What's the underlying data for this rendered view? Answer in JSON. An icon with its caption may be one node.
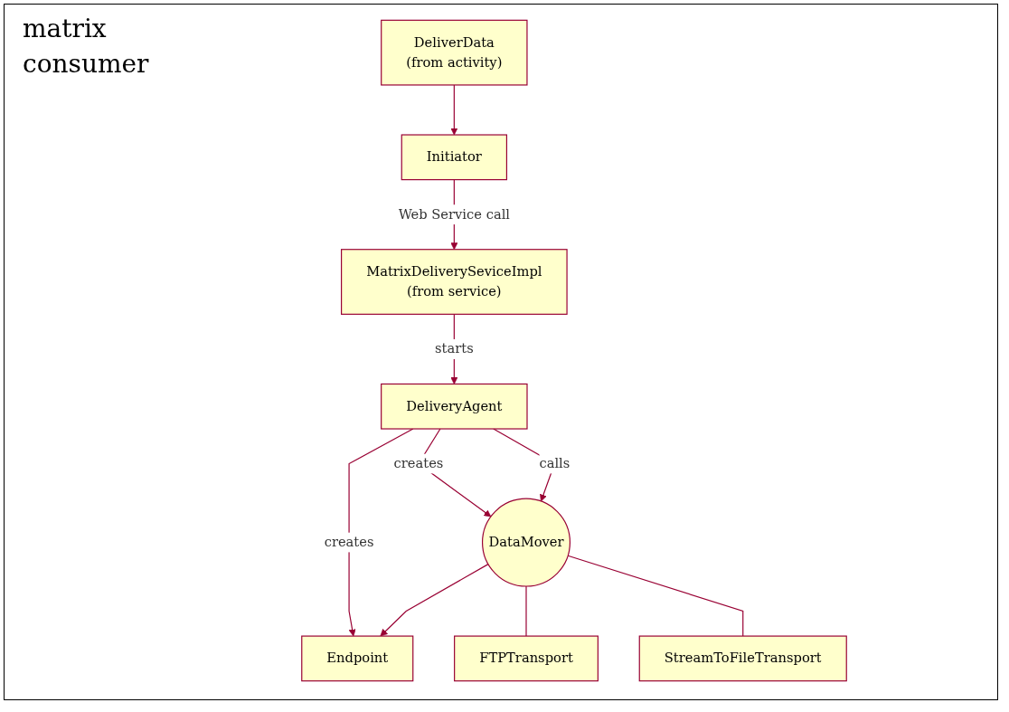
{
  "diagram": {
    "nodes": [
      {
        "text": [
          "DeliverData",
          "(from activity)"
        ]
      },
      {
        "text": [
          "Initiator"
        ]
      },
      {
        "text": [
          "MatrixDeliverySeviceImpl",
          "(from service)"
        ]
      },
      {
        "text": [
          "DeliveryAgent"
        ]
      },
      {
        "text": [
          "DataMover"
        ]
      },
      {
        "text": [
          "Endpoint"
        ]
      },
      {
        "text": [
          "FTPTransport"
        ]
      },
      {
        "text": [
          "StreamToFileTransport"
        ]
      }
    ],
    "edges": [
      {
        "from": 0,
        "to": 1,
        "arrow": "to"
      },
      {
        "from": 1,
        "to": 2,
        "arrow": "to",
        "label": "Web Service call"
      },
      {
        "from": 2,
        "to": 3,
        "arrow": "to",
        "label": "starts"
      },
      {
        "from": 3,
        "to": 4,
        "arrow": "to",
        "label": "creates"
      },
      {
        "from": 3,
        "to": 4,
        "arrow": "to",
        "label": "calls"
      },
      {
        "from": 3,
        "to": 5,
        "arrow": "to",
        "label": "creates"
      },
      {
        "from": 4,
        "to": 5,
        "arrow": "to"
      },
      {
        "from": 4,
        "to": 6,
        "arrow": "none"
      },
      {
        "from": 4,
        "to": 7,
        "arrow": "none"
      }
    ],
    "labels": [
      "matrix",
      "consumer"
    ]
  }
}
